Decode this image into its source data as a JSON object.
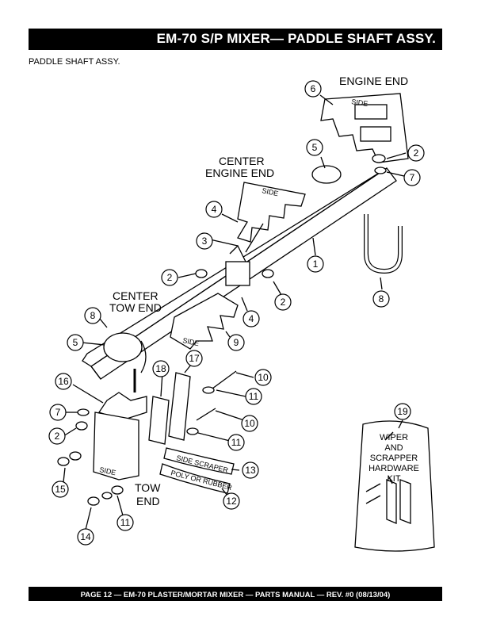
{
  "header": {
    "title": "EM-70 S/P MIXER— PADDLE SHAFT ASSY."
  },
  "subtitle": "PADDLE SHAFT ASSY.",
  "footer": {
    "text": "PAGE 12 — EM-70 PLASTER/MORTAR  MIXER — PARTS MANUAL — REV. #0 (08/13/04)"
  },
  "labels": {
    "engine_end": "ENGINE END",
    "center_engine_end_1": "CENTER",
    "center_engine_end_2": "ENGINE END",
    "center_tow_end_1": "CENTER",
    "center_tow_end_2": "TOW END",
    "tow_end_1": "TOW",
    "tow_end_2": "END",
    "side": "SIDE",
    "end": "END",
    "side_scraper": "SIDE SCRAPER",
    "poly_or_rubber": "POLY OR RUBBER"
  },
  "kit": {
    "line1": "WIPER",
    "line2": "AND",
    "line3": "SCRAPPER",
    "line4": "HARDWARE",
    "line5": "KIT"
  },
  "callouts": {
    "c1": "1",
    "c2a": "2",
    "c2b": "2",
    "c2c": "2",
    "c2d": "2",
    "c3": "3",
    "c4a": "4",
    "c4b": "4",
    "c5a": "5",
    "c5b": "5",
    "c6": "6",
    "c7a": "7",
    "c7b": "7",
    "c8a": "8",
    "c8b": "8",
    "c9": "9",
    "c10a": "10",
    "c10b": "10",
    "c11a": "11",
    "c11b": "11",
    "c11c": "11",
    "c12": "12",
    "c13": "13",
    "c14": "14",
    "c15": "15",
    "c16": "16",
    "c17": "17",
    "c18": "18",
    "c19": "19"
  }
}
